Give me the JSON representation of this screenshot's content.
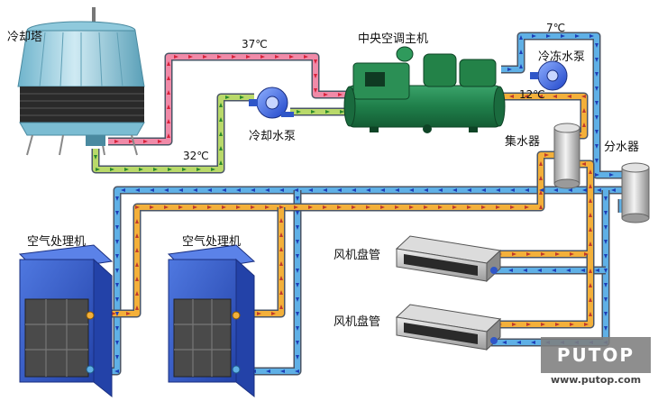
{
  "labels": {
    "cooling_tower": "冷却塔",
    "chiller": "中央空调主机",
    "cooling_pump": "冷却水泵",
    "chilled_pump": "冷冻水泵",
    "water_collector": "集水器",
    "water_distributor": "分水器",
    "ahu_1": "空气处理机",
    "ahu_2": "空气处理机",
    "fcu_1": "风机盘管",
    "fcu_2": "风机盘管"
  },
  "temperatures": {
    "cooling_supply": "37℃",
    "cooling_return": "32℃",
    "chilled_supply": "7℃",
    "chilled_return": "12℃"
  },
  "watermark": {
    "brand": "PUTOP",
    "url": "www.putop.com"
  },
  "colors": {
    "pipe_hot_cooling": "#f08aa8",
    "pipe_cool_cooling": "#b9d96a",
    "pipe_chilled_supply": "#5fb0e6",
    "pipe_chilled_return": "#f3b03a",
    "chiller_body": "#1f7f4a",
    "ahu_blue": "#2f56c8",
    "tower": "#8fc9dc"
  }
}
